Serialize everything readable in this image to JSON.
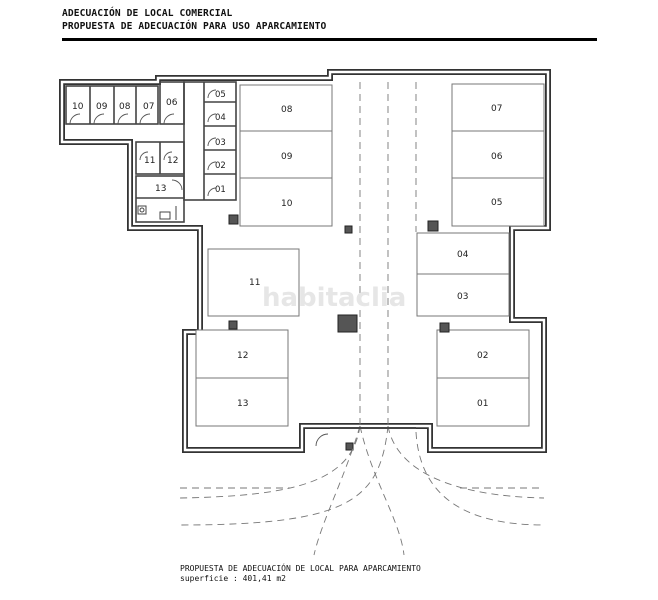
{
  "header": {
    "title": "ADECUACIÓN DE LOCAL COMERCIAL",
    "subtitle": "PROPUESTA DE ADECUACIÓN PARA USO APARCAMIENTO"
  },
  "watermark": "habitaclia",
  "storage_rooms": [
    "10",
    "09",
    "08",
    "07",
    "06",
    "11",
    "12",
    "13"
  ],
  "bathrooms": [
    "05",
    "04",
    "03",
    "02",
    "01"
  ],
  "parking_left": [
    "08",
    "09",
    "10",
    "11",
    "12",
    "13"
  ],
  "parking_right": [
    "07",
    "06",
    "05",
    "04",
    "03",
    "02",
    "01"
  ],
  "caption": {
    "title": "PROPUESTA DE ADECUACIÓN DE LOCAL PARA APARCAMIENTO",
    "surface": "superficie : 401,41 m2"
  }
}
